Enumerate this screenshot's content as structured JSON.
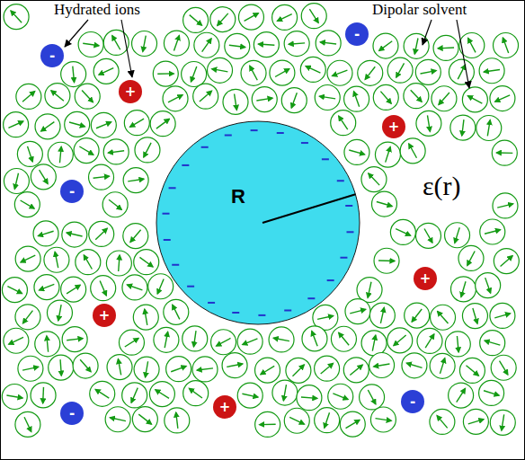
{
  "diagram": {
    "nodes": [
      {
        "text": [
          "R"
        ]
      },
      {
        "text": [
          "-"
        ]
      },
      {
        "text": [
          "-"
        ]
      },
      {
        "text": [
          "+"
        ]
      },
      {
        "text": [
          "+"
        ]
      },
      {
        "text": [
          "-"
        ]
      },
      {
        "text": [
          "+"
        ]
      },
      {
        "text": [
          "+"
        ]
      },
      {
        "text": [
          "+"
        ]
      },
      {
        "text": [
          "-"
        ]
      },
      {
        "text": [
          "-"
        ]
      }
    ],
    "labels": [
      "Hydrated ions",
      "Dipolar solvent",
      "ε(r)"
    ]
  }
}
